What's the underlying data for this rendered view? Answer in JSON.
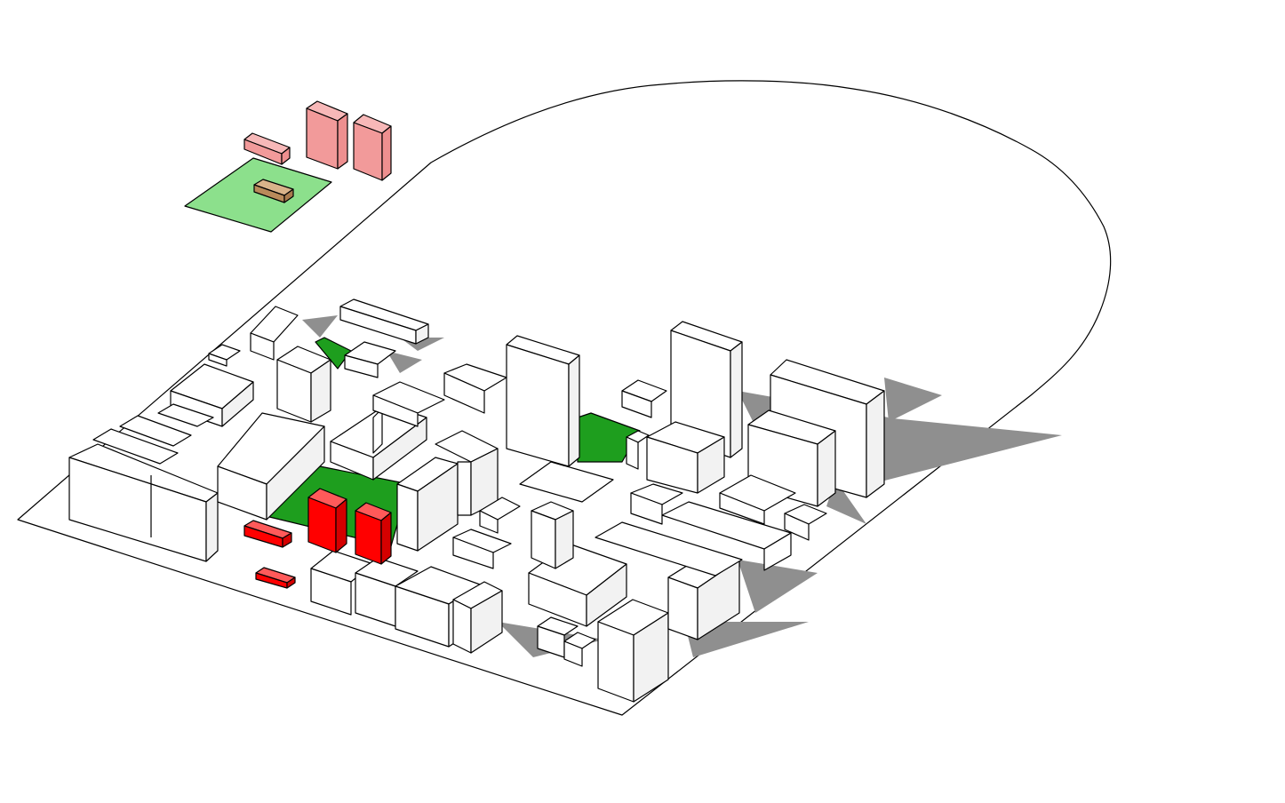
{
  "diagram": {
    "kind": "isometric-massing-model",
    "colors": {
      "background": "#ffffff",
      "ground": "#ffffff",
      "outline": "#000000",
      "shadow": "#8f8f8f",
      "existing_building": "#ffffff",
      "proposed_building": "#ff0000",
      "proposed_building_ghost": "#f5a3a3",
      "green_space": "#1e9e1e",
      "green_space_ghost": "#8ce08c",
      "small_structure": "#c79a6a"
    },
    "legend_sample": {
      "green_area": "green-space",
      "pink_blocks": "proposed-building-ghost",
      "brown_block": "small-structure"
    }
  }
}
